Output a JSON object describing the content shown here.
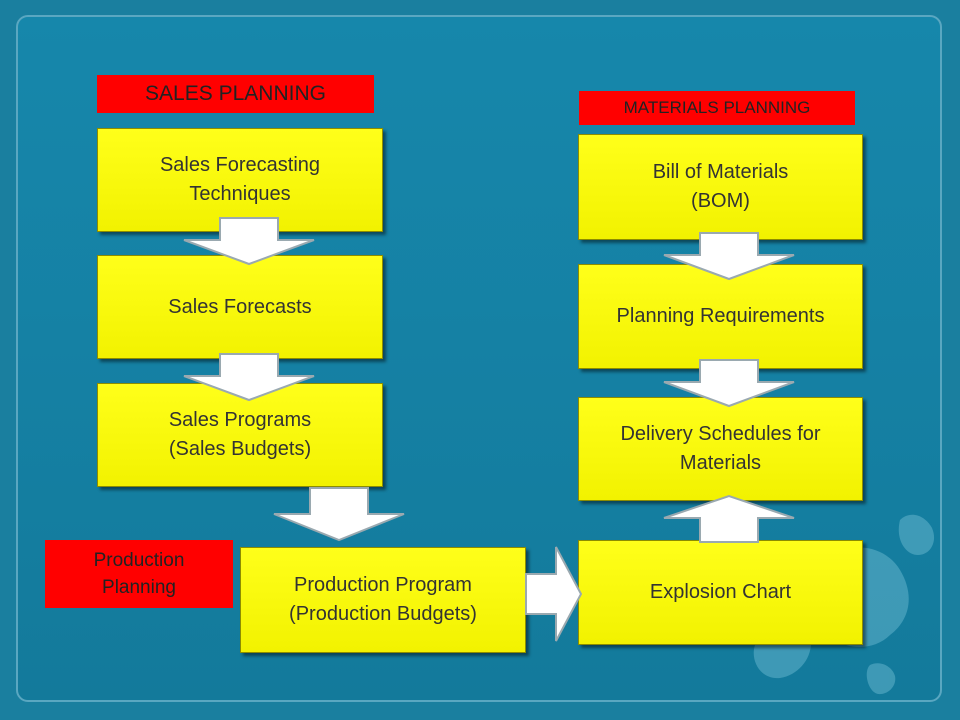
{
  "labels": {
    "sales_planning": "SALES PLANNING",
    "materials_planning": "MATERIALS PLANNING",
    "production_planning": [
      "Production",
      "Planning"
    ]
  },
  "boxes": {
    "sales_forecasting_techniques": [
      "Sales Forecasting",
      "Techniques"
    ],
    "sales_forecasts": [
      "Sales Forecasts"
    ],
    "sales_programs": [
      "Sales Programs",
      "(Sales Budgets)"
    ],
    "production_program": [
      "Production Program",
      "(Production Budgets)"
    ],
    "bill_of_materials": [
      "Bill of Materials",
      "(BOM)"
    ],
    "planning_requirements": [
      "Planning Requirements"
    ],
    "delivery_schedules": [
      "Delivery Schedules for",
      "Materials"
    ],
    "explosion_chart": [
      "Explosion Chart"
    ]
  },
  "colors": {
    "background": "#1580a3",
    "box_fill": "#ffff00",
    "label_fill": "#ff0000",
    "arrow_fill": "#ffffff"
  }
}
